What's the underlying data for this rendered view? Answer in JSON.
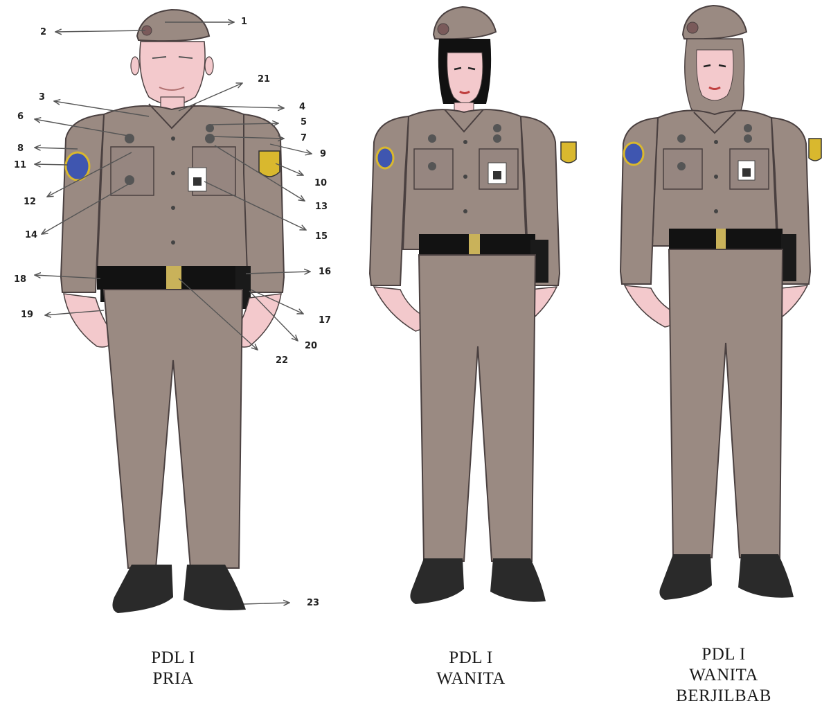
{
  "figures": [
    {
      "id": "pria",
      "caption_lines": [
        "PDL I",
        "PRIA"
      ]
    },
    {
      "id": "wanita",
      "caption_lines": [
        "PDL I",
        "WANITA"
      ]
    },
    {
      "id": "berjilbab",
      "caption_lines": [
        "PDL I",
        "WANITA",
        "BERJILBAB"
      ]
    }
  ],
  "callout_numbers": [
    "1",
    "2",
    "3",
    "4",
    "5",
    "6",
    "7",
    "8",
    "9",
    "10",
    "11",
    "12",
    "13",
    "14",
    "15",
    "16",
    "17",
    "18",
    "19",
    "20",
    "21",
    "22",
    "23"
  ],
  "colors": {
    "uniform": "#9a8a82",
    "uniform_shadow": "#8a7a72",
    "outline": "#4a4040",
    "skin": "#f3c9cc",
    "belt": "#121212",
    "buckle": "#c9b25a",
    "shoe": "#2a2a2a",
    "hair": "#111111",
    "patch_blue": "#3f56b0",
    "patch_gold": "#d9b82e",
    "arrow": "#555555"
  }
}
